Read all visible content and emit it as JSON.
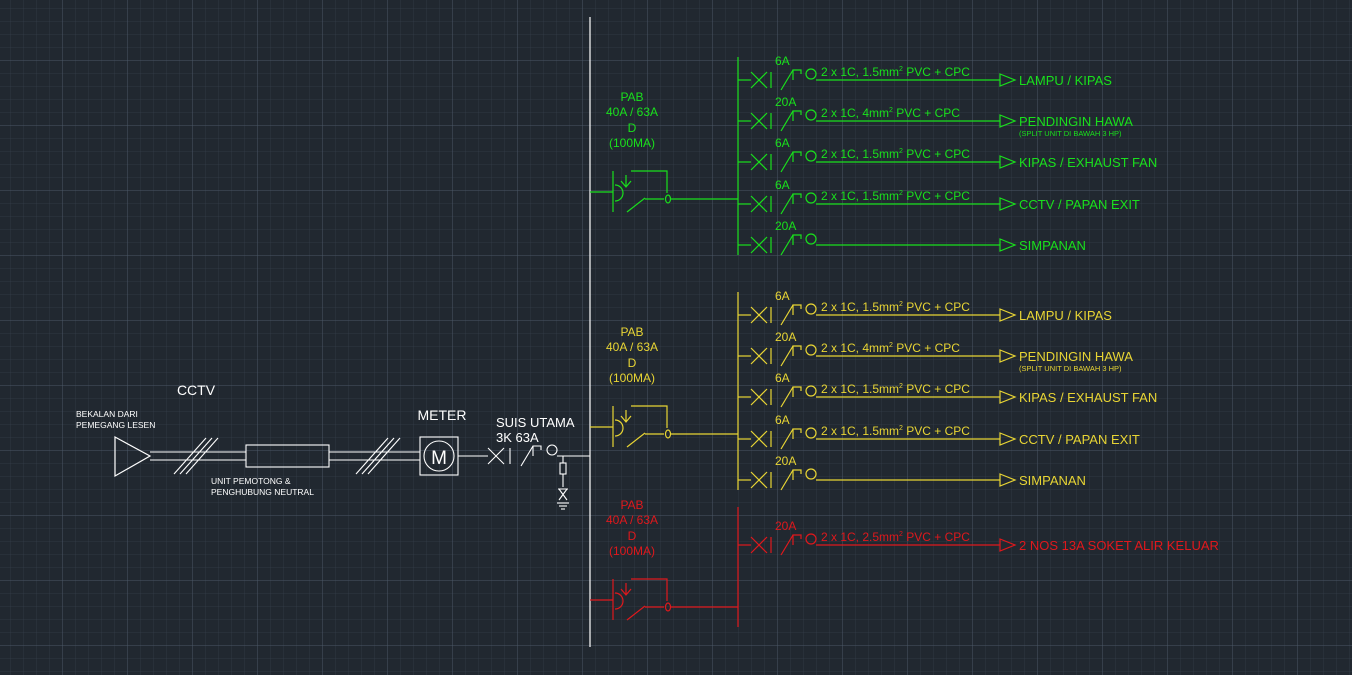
{
  "colors": {
    "background": "#212830",
    "white": "#ffffff",
    "green": "#19e01c",
    "yellow": "#e8d534",
    "red": "#e0181c"
  },
  "supply": {
    "cctv_label": "CCTV",
    "source_line1": "BEKALAN DARI",
    "source_line2": "PEMEGANG LESEN",
    "cutout_line1": "UNIT PEMOTONG &",
    "cutout_line2": "PENGHUBUNG NEUTRAL",
    "meter_label": "METER",
    "meter_symbol": "M",
    "main_switch_line1": "SUIS UTAMA",
    "main_switch_line2": "3K 63A"
  },
  "boards": [
    {
      "id": "green",
      "rcd_line1": "PAB",
      "rcd_line2": "40A / 63A",
      "rcd_line3": "D",
      "rcd_line4": "(100MA)",
      "circuits": [
        {
          "rating": "6A",
          "cable": "2 x 1C, 1.5mm",
          "cable_sup": "2",
          "cable_tail": " PVC + CPC",
          "load": "LAMPU / KIPAS",
          "note": ""
        },
        {
          "rating": "20A",
          "cable": "2 x 1C, 4mm",
          "cable_sup": "2",
          "cable_tail": " PVC + CPC",
          "load": "PENDINGIN HAWA",
          "note": "(SPLIT UNIT DI BAWAH 3 HP)"
        },
        {
          "rating": "6A",
          "cable": "2 x 1C, 1.5mm",
          "cable_sup": "2",
          "cable_tail": " PVC + CPC",
          "load": "KIPAS / EXHAUST FAN",
          "note": ""
        },
        {
          "rating": "6A",
          "cable": "2 x 1C, 1.5mm",
          "cable_sup": "2",
          "cable_tail": " PVC + CPC",
          "load": "CCTV / PAPAN EXIT",
          "note": ""
        },
        {
          "rating": "20A",
          "cable": "",
          "cable_sup": "",
          "cable_tail": "",
          "load": "SIMPANAN",
          "note": ""
        }
      ]
    },
    {
      "id": "yellow",
      "rcd_line1": "PAB",
      "rcd_line2": "40A / 63A",
      "rcd_line3": "D",
      "rcd_line4": "(100MA)",
      "circuits": [
        {
          "rating": "6A",
          "cable": "2 x 1C, 1.5mm",
          "cable_sup": "2",
          "cable_tail": " PVC + CPC",
          "load": "LAMPU / KIPAS",
          "note": ""
        },
        {
          "rating": "20A",
          "cable": "2 x 1C, 4mm",
          "cable_sup": "2",
          "cable_tail": " PVC + CPC",
          "load": "PENDINGIN HAWA",
          "note": "(SPLIT UNIT DI BAWAH 3 HP)"
        },
        {
          "rating": "6A",
          "cable": "2 x 1C, 1.5mm",
          "cable_sup": "2",
          "cable_tail": " PVC + CPC",
          "load": "KIPAS / EXHAUST FAN",
          "note": ""
        },
        {
          "rating": "6A",
          "cable": "2 x 1C, 1.5mm",
          "cable_sup": "2",
          "cable_tail": " PVC + CPC",
          "load": "CCTV / PAPAN EXIT",
          "note": ""
        },
        {
          "rating": "20A",
          "cable": "",
          "cable_sup": "",
          "cable_tail": "",
          "load": "SIMPANAN",
          "note": ""
        }
      ]
    },
    {
      "id": "red",
      "rcd_line1": "PAB",
      "rcd_line2": "40A / 63A",
      "rcd_line3": "D",
      "rcd_line4": "(100MA)",
      "circuits": [
        {
          "rating": "20A",
          "cable": "2 x 1C, 2.5mm",
          "cable_sup": "2",
          "cable_tail": " PVC + CPC",
          "load": "2 NOS 13A SOKET ALIR KELUAR",
          "note": ""
        }
      ]
    }
  ]
}
